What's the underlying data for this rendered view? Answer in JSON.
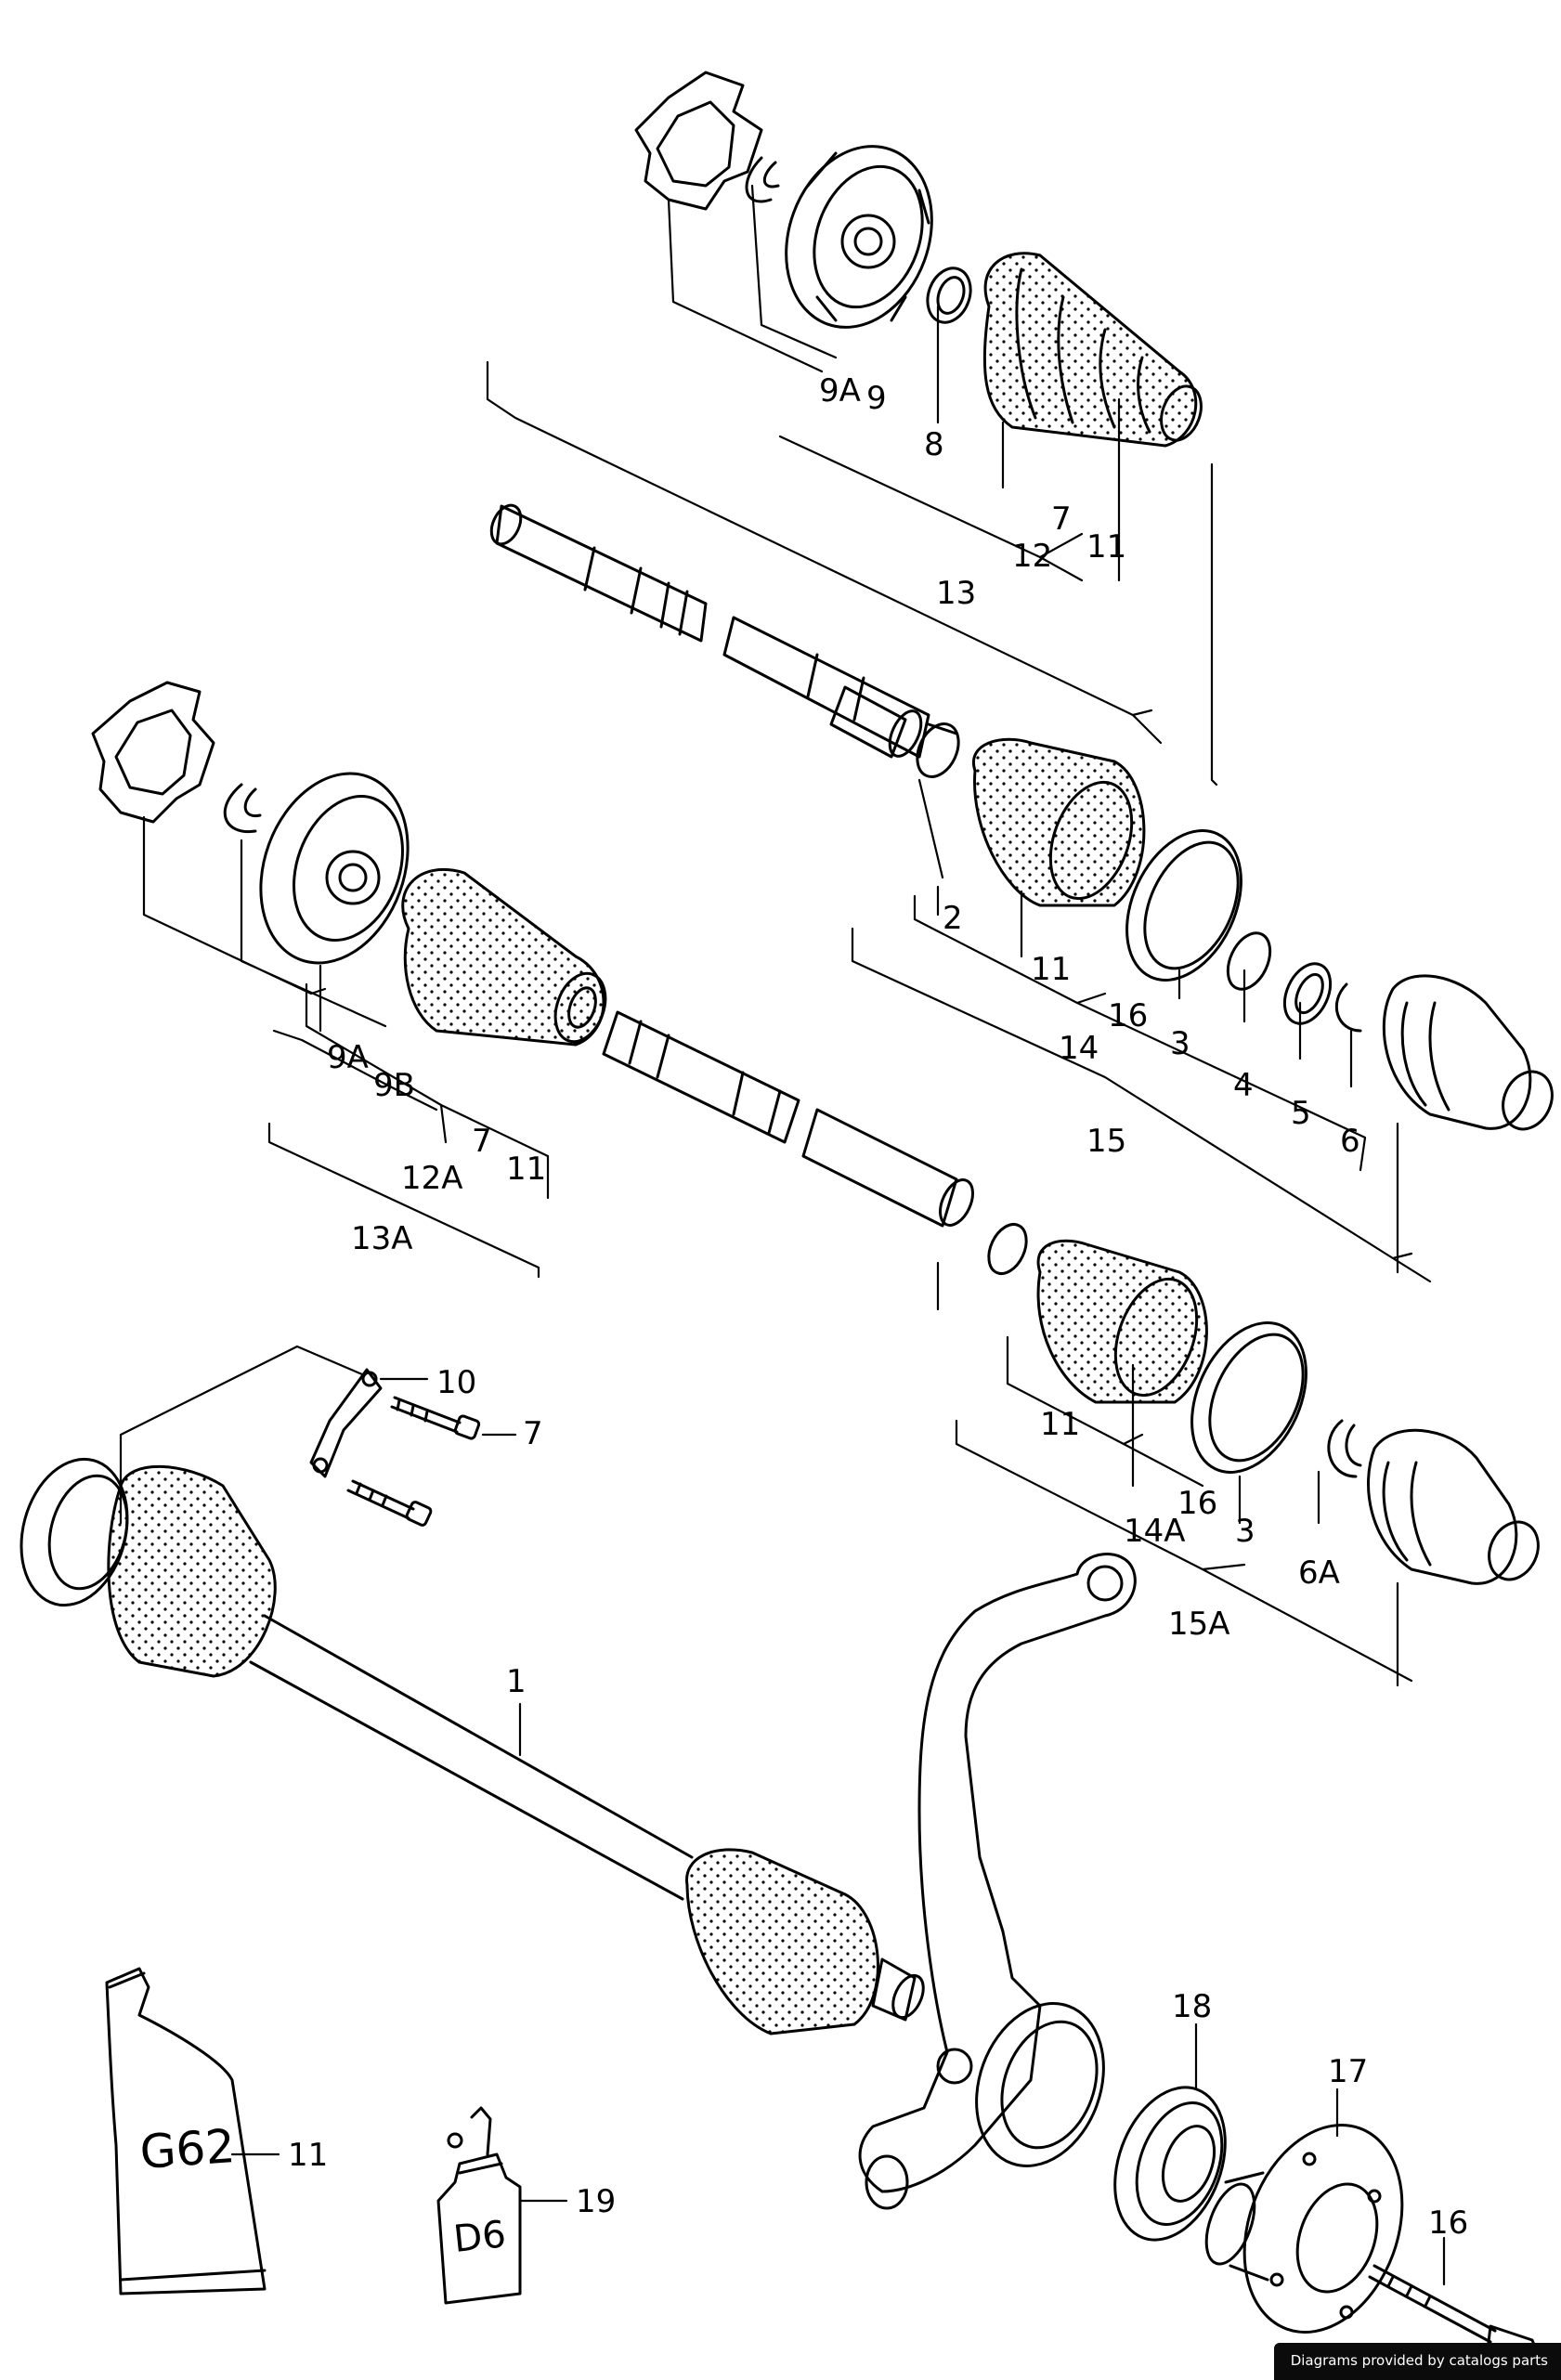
{
  "credit": "Diagrams provided by catalogs parts",
  "labels": {
    "p9a_top": "9A",
    "p9_top": "9",
    "p8": "8",
    "p7_top": "7",
    "p11_top": "11",
    "p12": "12",
    "p13": "13",
    "p2": "2",
    "p11_mid": "11",
    "p16_mid": "16",
    "p3_mid": "3",
    "p4": "4",
    "p5": "5",
    "p6": "6",
    "p14": "14",
    "p15": "15",
    "p9a_left": "9A",
    "p9b": "9B",
    "p7_left": "7",
    "p11_left": "11",
    "p12a": "12A",
    "p13a": "13A",
    "p10": "10",
    "p7_bolt": "7",
    "p11_low": "11",
    "p16_low": "16",
    "p3_low": "3",
    "p6a": "6A",
    "p14a": "14A",
    "p15a": "15A",
    "p1": "1",
    "p18": "18",
    "p17": "17",
    "p16_bolt": "16",
    "p11_grease": "11",
    "p19": "19"
  },
  "product_marks": {
    "grease": "G62",
    "oil": "D6"
  }
}
